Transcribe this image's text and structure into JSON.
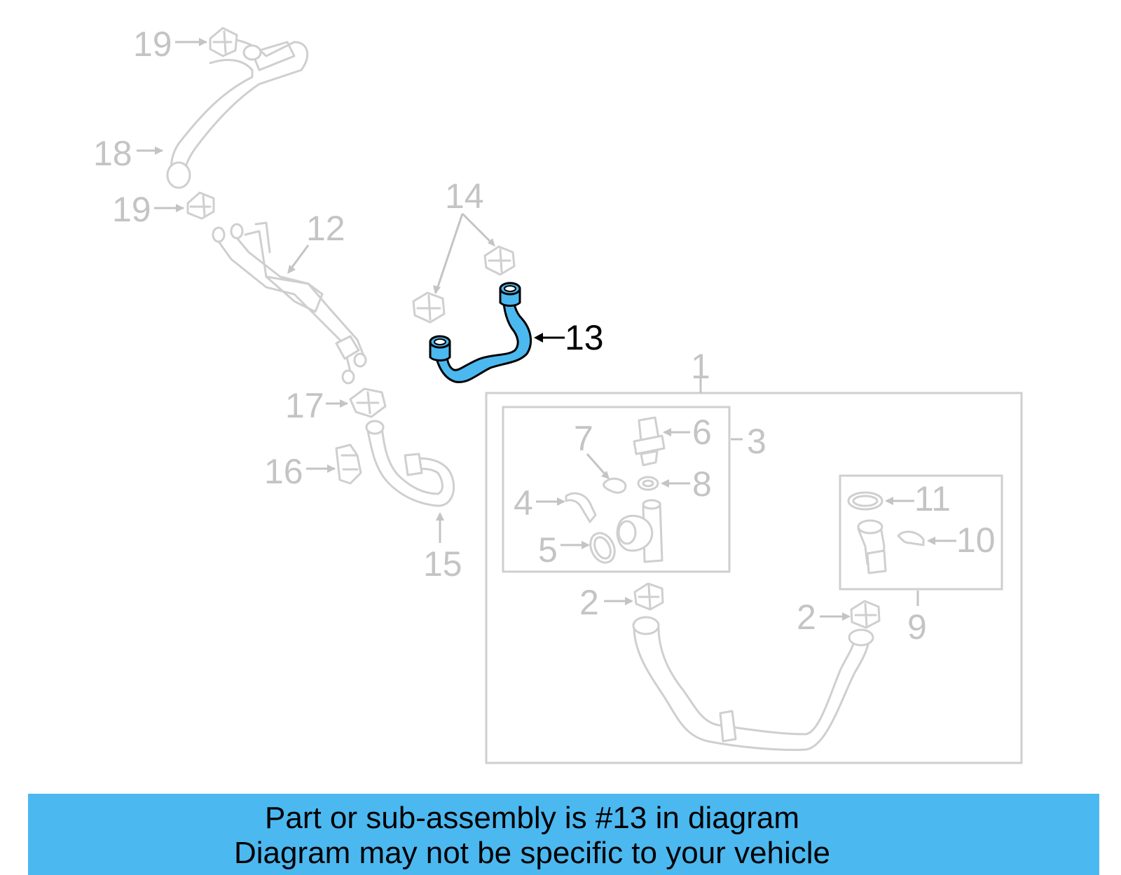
{
  "diagram": {
    "highlight_color": "#4cb8f0",
    "selected_callout": "13",
    "callouts": {
      "c1": "1",
      "c2a": "2",
      "c2b": "2",
      "c3": "3",
      "c4": "4",
      "c5": "5",
      "c6": "6",
      "c7": "7",
      "c8": "8",
      "c9": "9",
      "c10": "10",
      "c11": "11",
      "c12": "12",
      "c13": "13",
      "c14": "14",
      "c15": "15",
      "c16": "16",
      "c17": "17",
      "c18": "18",
      "c19a": "19",
      "c19b": "19"
    }
  },
  "banner": {
    "line1": "Part or sub-assembly is #13 in diagram",
    "line2": "Diagram may not be specific to your vehicle"
  }
}
